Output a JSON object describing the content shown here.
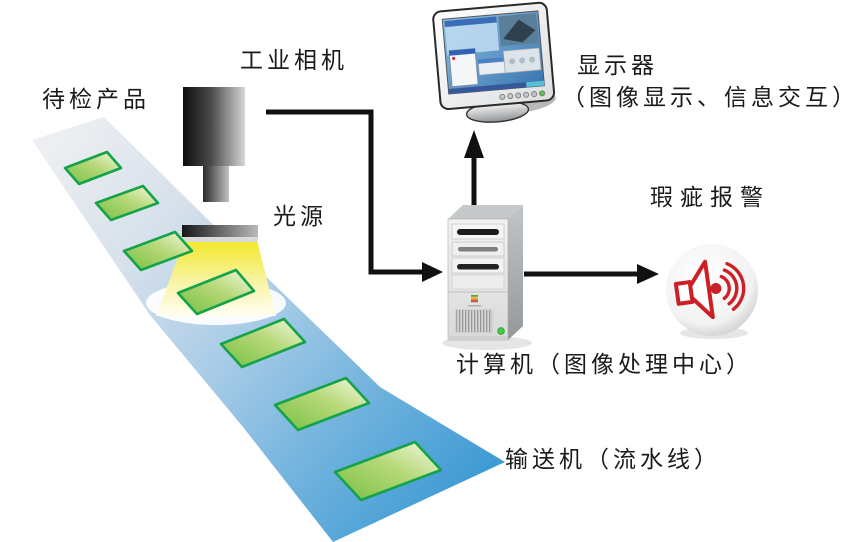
{
  "diagram": {
    "type": "machine-vision-defect-inspection-system",
    "nodes": {
      "product": {
        "label": "待检产品"
      },
      "camera": {
        "label": "工业相机"
      },
      "light": {
        "label": "光源"
      },
      "monitor": {
        "label_line1": "显示器",
        "label_line2": "（图像显示、信息交互）"
      },
      "alarm": {
        "label": "瑕疵报警"
      },
      "computer": {
        "label": "计算机（图像处理中心）"
      },
      "conveyor": {
        "label": "输送机（流水线）"
      }
    },
    "flow": [
      "camera -> computer",
      "computer -> monitor",
      "computer -> alarm"
    ],
    "colors": {
      "belt_far": "#eceef1",
      "belt_near": "#3f9bd4",
      "product_border": "#14a24b",
      "product_fill_green": "#76c043",
      "product_fill_pale": "#f6fae2",
      "beam_yellow": "#f2e71c",
      "camera_dark": "#0d0d0d",
      "arrow_black": "#111111",
      "alarm_red": "#cc2027",
      "text": "#1a1a1a"
    }
  }
}
